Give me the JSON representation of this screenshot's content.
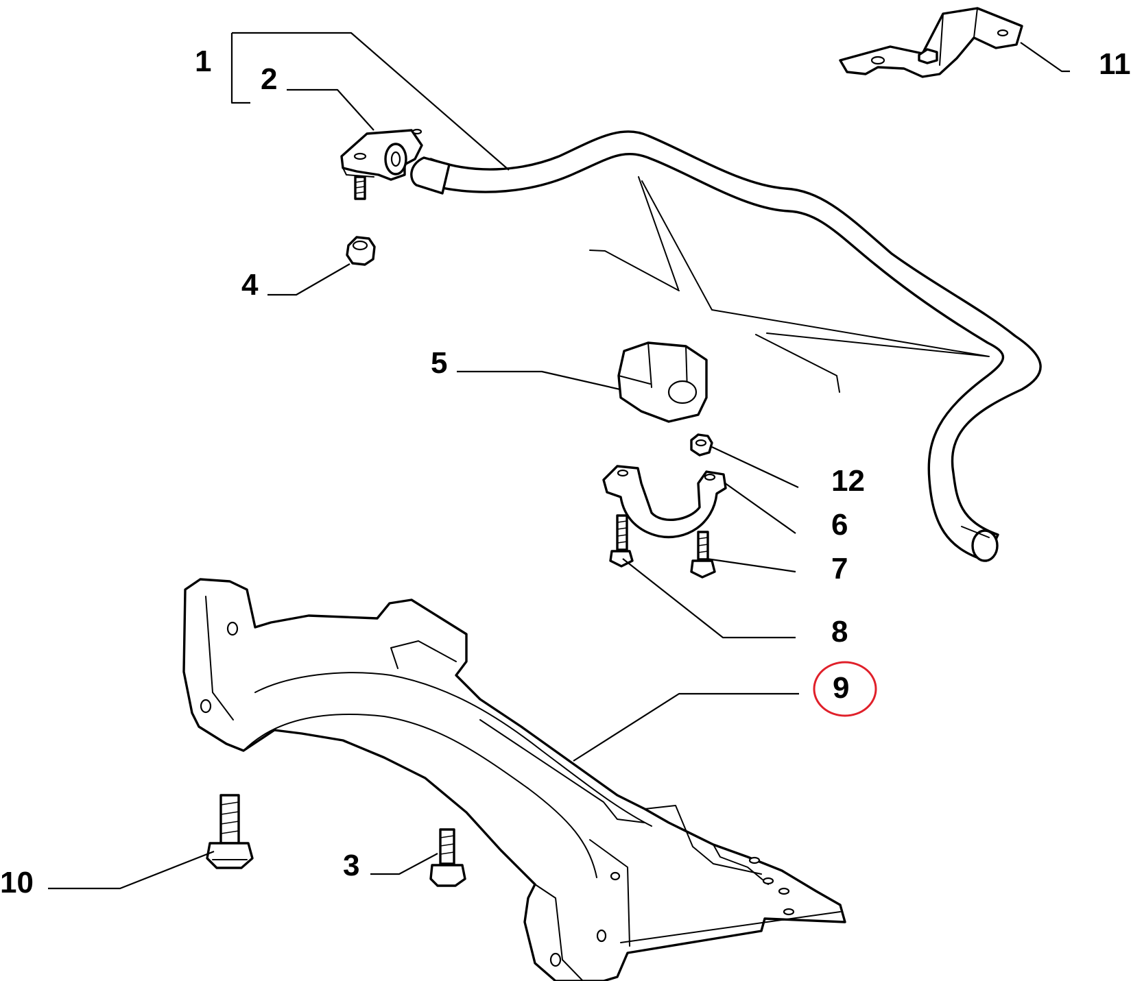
{
  "diagram": {
    "part_numbers": [
      "1",
      "2",
      "3",
      "4",
      "5",
      "6",
      "7",
      "8",
      "9",
      "10",
      "11",
      "12"
    ],
    "highlighted_part": "9",
    "highlight_color": "#e0202a",
    "line_color": "#000000",
    "background_color": "#ffffff",
    "parts": [
      {
        "number": "1",
        "icon": "stabilizer-bar-assembly-icon"
      },
      {
        "number": "2",
        "icon": "link-bracket-icon"
      },
      {
        "number": "3",
        "icon": "bolt-icon"
      },
      {
        "number": "4",
        "icon": "nut-icon"
      },
      {
        "number": "5",
        "icon": "rubber-bushing-icon"
      },
      {
        "number": "6",
        "icon": "clamp-bracket-icon"
      },
      {
        "number": "7",
        "icon": "bolt-icon"
      },
      {
        "number": "8",
        "icon": "bolt-icon"
      },
      {
        "number": "9",
        "icon": "crossmember-icon"
      },
      {
        "number": "10",
        "icon": "bolt-icon"
      },
      {
        "number": "11",
        "icon": "mounting-plate-icon"
      },
      {
        "number": "12",
        "icon": "nut-icon"
      }
    ]
  }
}
